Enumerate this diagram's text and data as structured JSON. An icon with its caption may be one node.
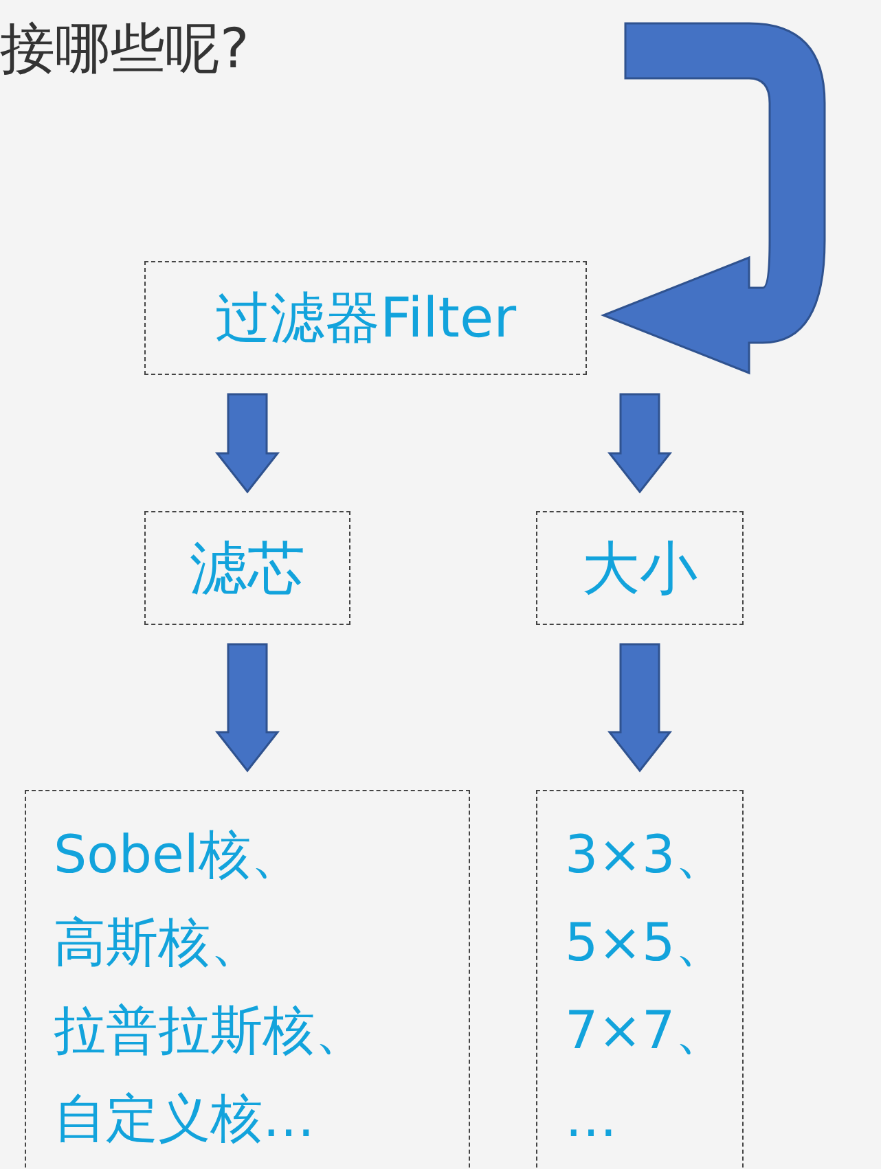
{
  "diagram": {
    "title": "接哪些呢?",
    "nodes": [
      {
        "text": [
          "过滤器Filter"
        ]
      },
      {
        "text": [
          "滤芯"
        ]
      },
      {
        "text": [
          "大小"
        ]
      },
      {
        "text": [
          "Sobel核、",
          "高斯核、",
          "拉普拉斯核、",
          "自定义核…"
        ]
      },
      {
        "text": [
          "3×3、",
          "5×5、",
          "7×7、",
          "…"
        ]
      }
    ],
    "edges": [
      {
        "from": null,
        "to": 0,
        "arrow": "to"
      },
      {
        "from": 0,
        "to": 1,
        "arrow": "to"
      },
      {
        "from": 0,
        "to": 2,
        "arrow": "to"
      },
      {
        "from": 1,
        "to": 3,
        "arrow": "to"
      },
      {
        "from": 2,
        "to": 4,
        "arrow": "to"
      }
    ]
  }
}
